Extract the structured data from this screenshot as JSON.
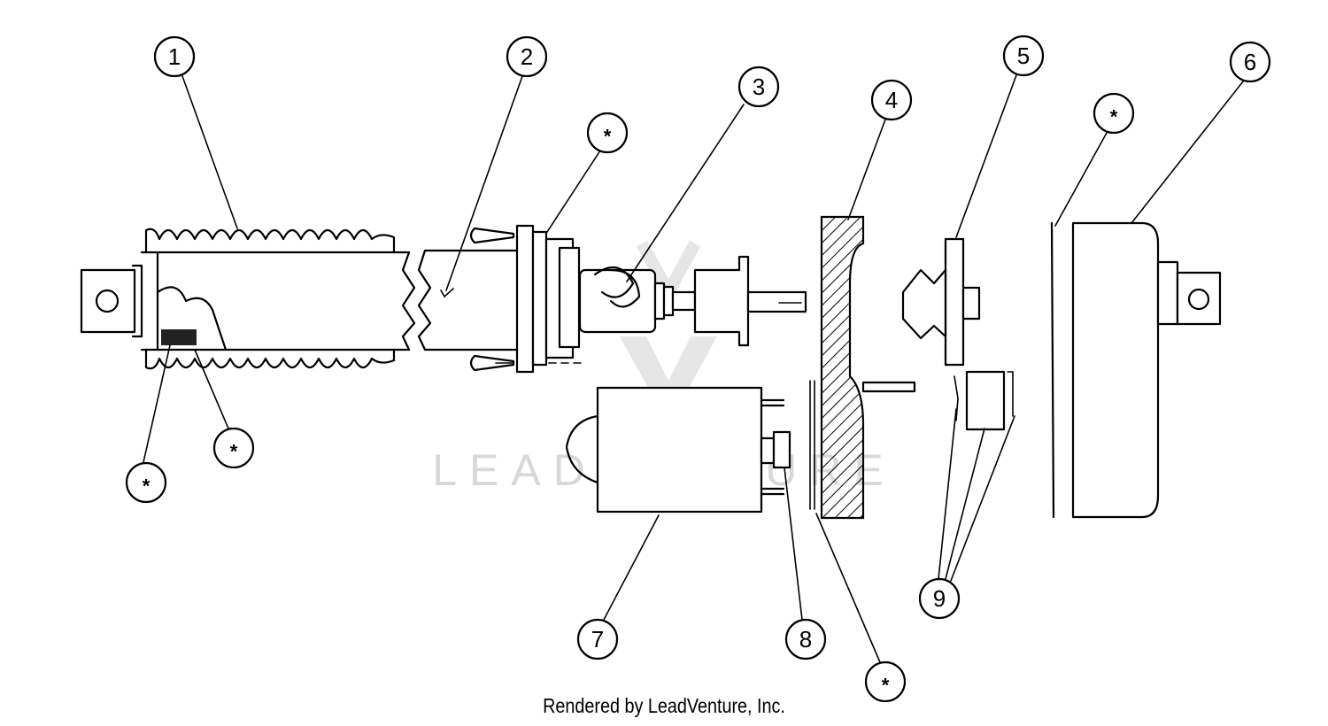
{
  "watermark": {
    "text": "LEADVENTURE"
  },
  "credit": {
    "text": "Rendered by LeadVenture, Inc."
  },
  "callouts": {
    "c1": "1",
    "c2": "2",
    "c3": "3",
    "c4": "4",
    "c5": "5",
    "c6": "6",
    "c7": "7",
    "c8": "8",
    "c9": "9",
    "star": "*"
  }
}
